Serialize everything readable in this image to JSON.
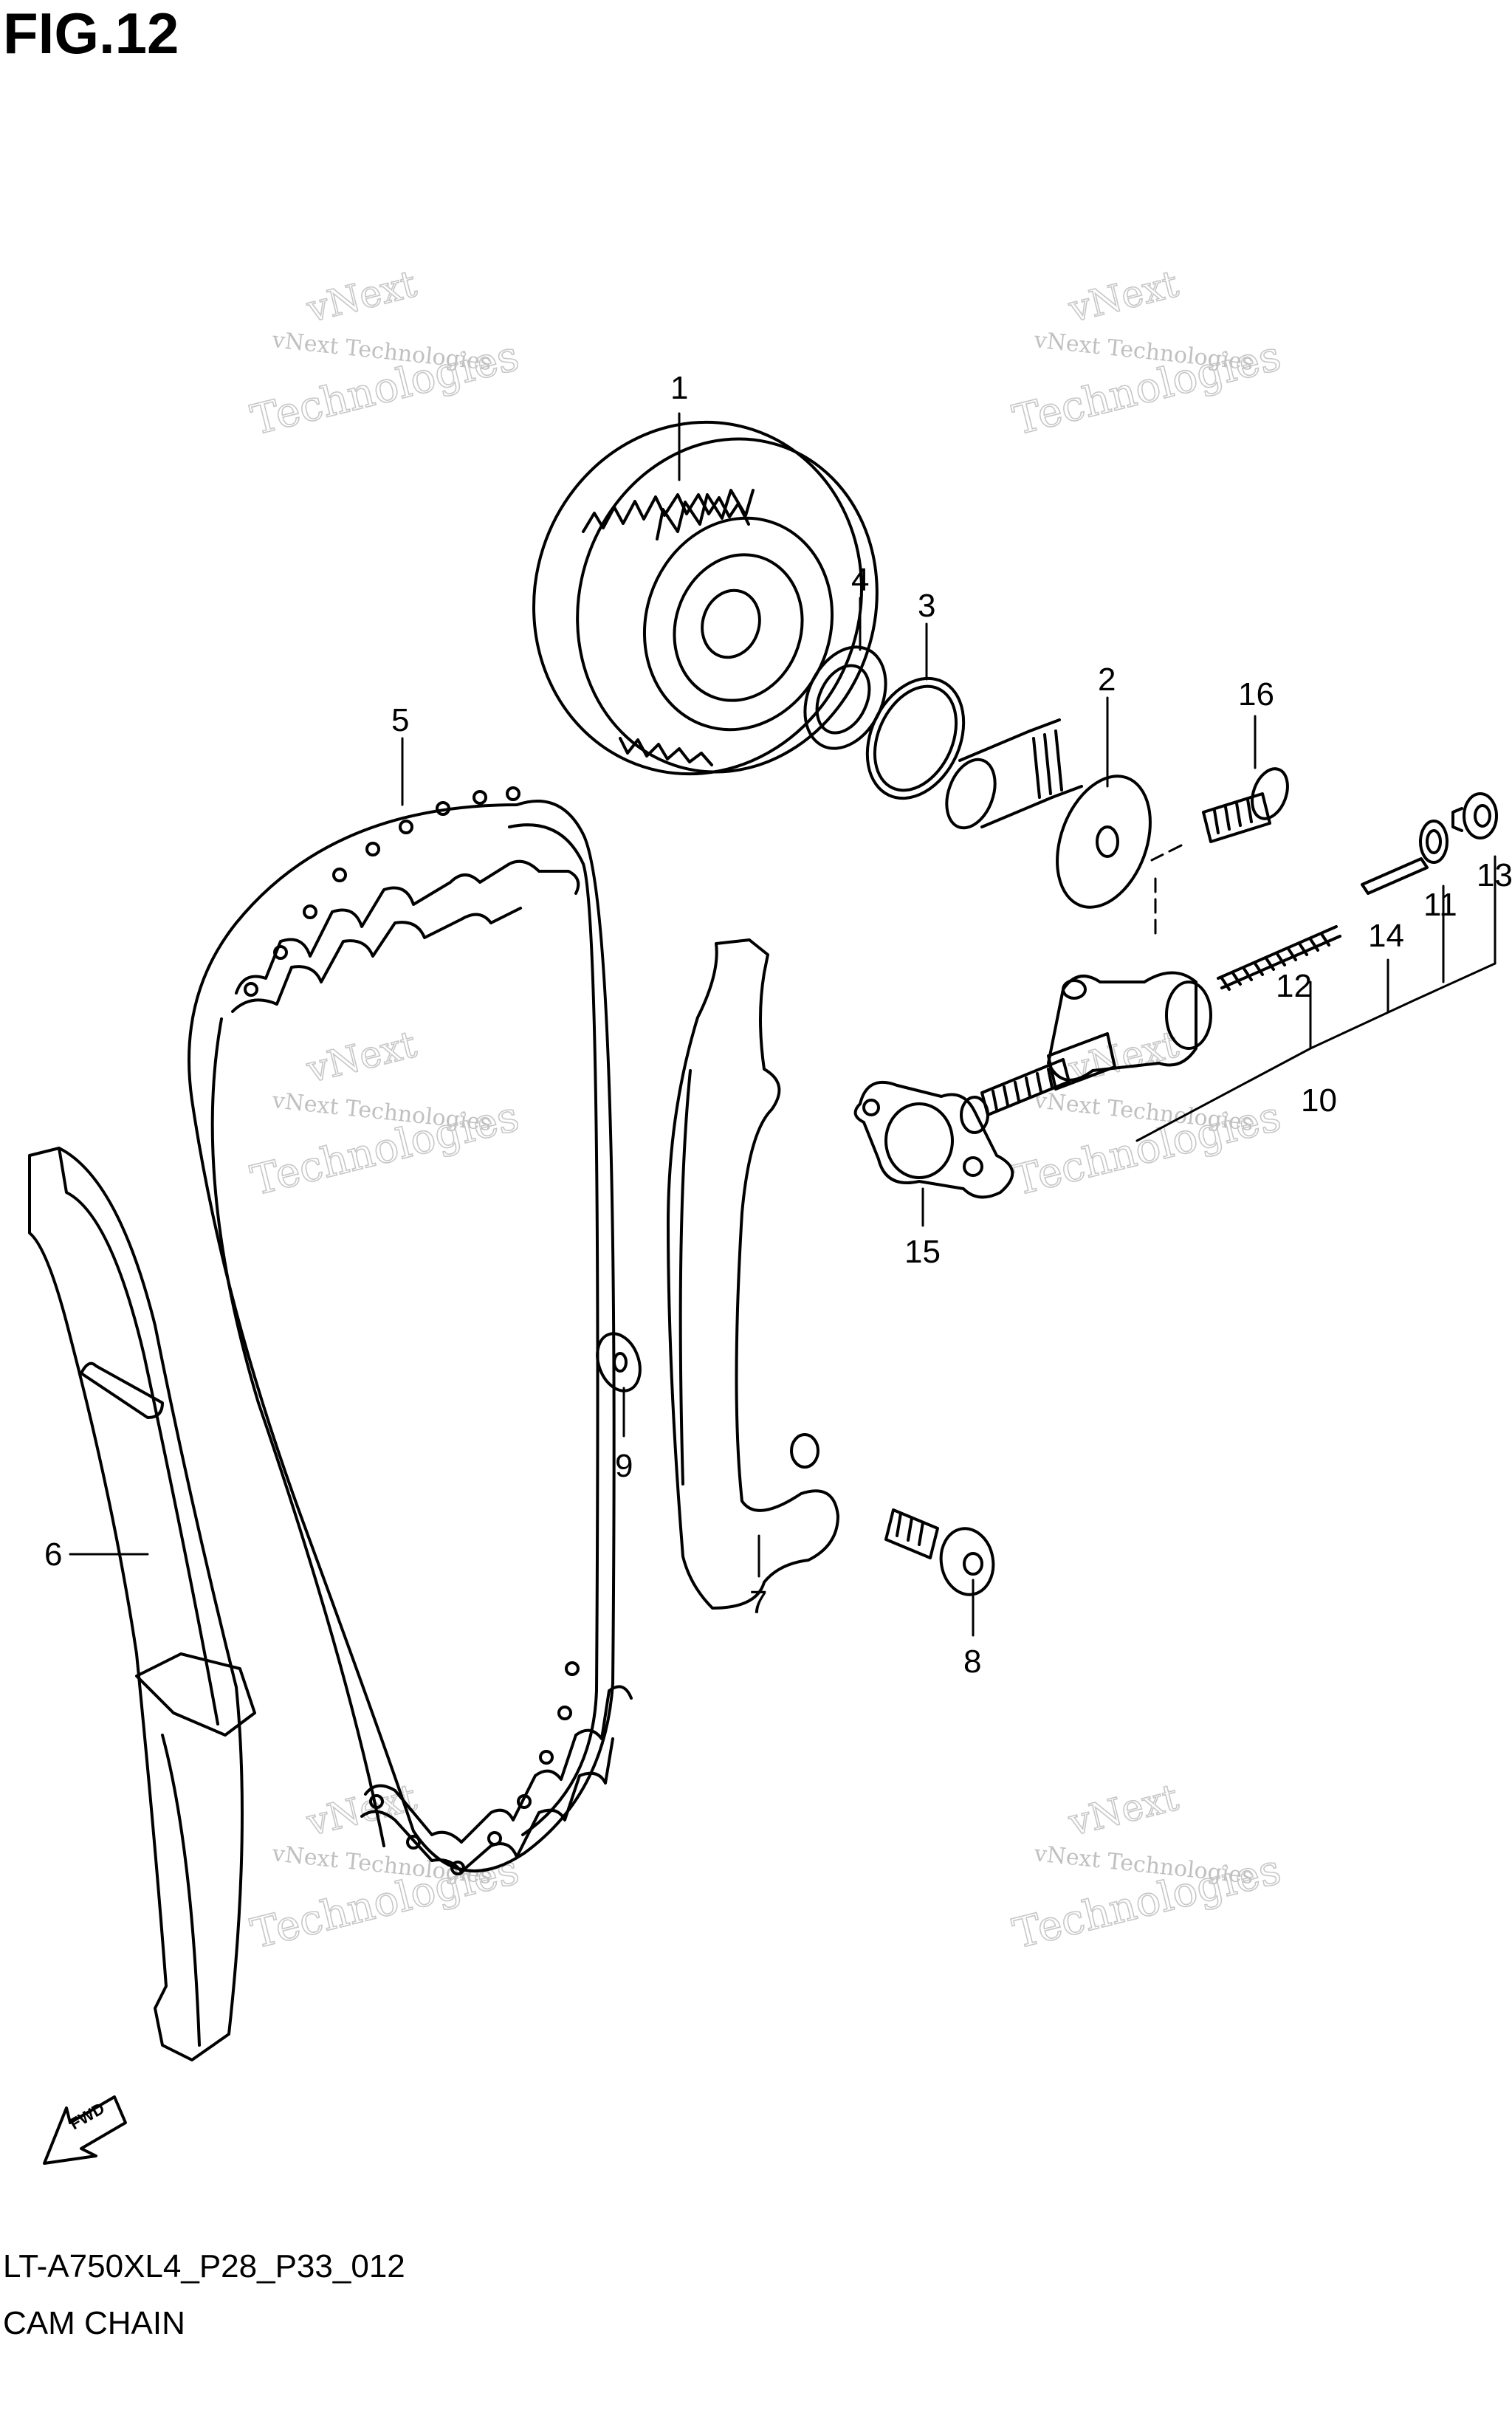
{
  "figure": {
    "title": "FIG.12",
    "diagram_code": "LT-A750XL4_P28_P33_012",
    "caption": "CAM CHAIN"
  },
  "watermark": {
    "line1": "vNext Technologies",
    "line2": "vNext",
    "line3": "Technologies"
  },
  "direction_marker": "FWD",
  "callouts": [
    {
      "id": "callout-1",
      "text": "1"
    },
    {
      "id": "callout-2",
      "text": "2"
    },
    {
      "id": "callout-3",
      "text": "3"
    },
    {
      "id": "callout-4",
      "text": "4"
    },
    {
      "id": "callout-5",
      "text": "5"
    },
    {
      "id": "callout-6",
      "text": "6"
    },
    {
      "id": "callout-7",
      "text": "7"
    },
    {
      "id": "callout-8",
      "text": "8"
    },
    {
      "id": "callout-9",
      "text": "9"
    },
    {
      "id": "callout-10",
      "text": "10"
    },
    {
      "id": "callout-11",
      "text": "11"
    },
    {
      "id": "callout-12",
      "text": "12"
    },
    {
      "id": "callout-13",
      "text": "13"
    },
    {
      "id": "callout-14",
      "text": "14"
    },
    {
      "id": "callout-15",
      "text": "15"
    },
    {
      "id": "callout-16",
      "text": "16"
    }
  ]
}
